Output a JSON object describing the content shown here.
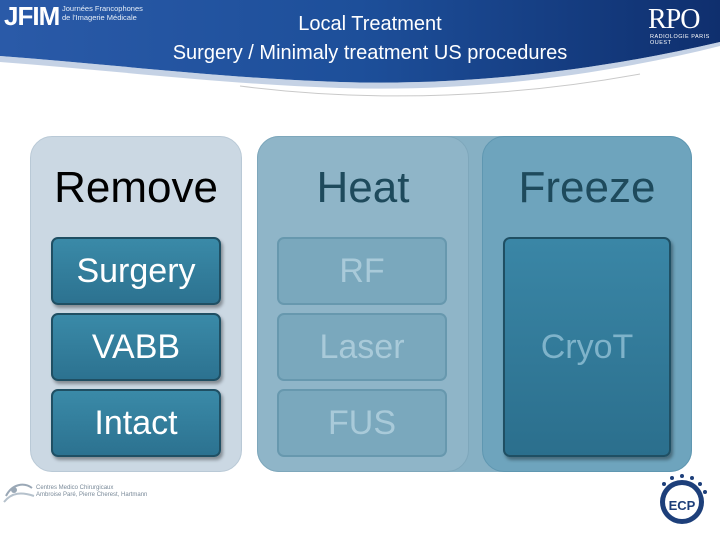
{
  "header": {
    "title_line1": "Local Treatment",
    "title_line2": "Surgery / Minimaly treatment US procedures",
    "logo_left_mark": "JFIM",
    "logo_left_line1": "Journées Francophones",
    "logo_left_line2": "de l'Imagerie Médicale",
    "logo_right_mark": "RPO",
    "logo_right_text": "RADIOLOGIE PARIS OUEST"
  },
  "columns": [
    {
      "title": "Remove",
      "items": [
        "Surgery",
        "VABB",
        "Intact"
      ]
    },
    {
      "title": "Heat",
      "items": [
        "RF",
        "Laser",
        "FUS"
      ]
    },
    {
      "title": "Freeze",
      "items": [
        "CryoT"
      ]
    }
  ],
  "footer": {
    "logo_left_line1": "Centres Medico Chirurgicaux",
    "logo_left_line2": "Ambroise Paré, Pierre Cherest, Hartmann",
    "logo_right_mark": "ECP"
  },
  "colors": {
    "header_blue": "#1f4e99",
    "remove_bg": "#cbd8e3",
    "heat_freeze_bg": "#86b0c4",
    "item_dark": "#2c7290"
  }
}
